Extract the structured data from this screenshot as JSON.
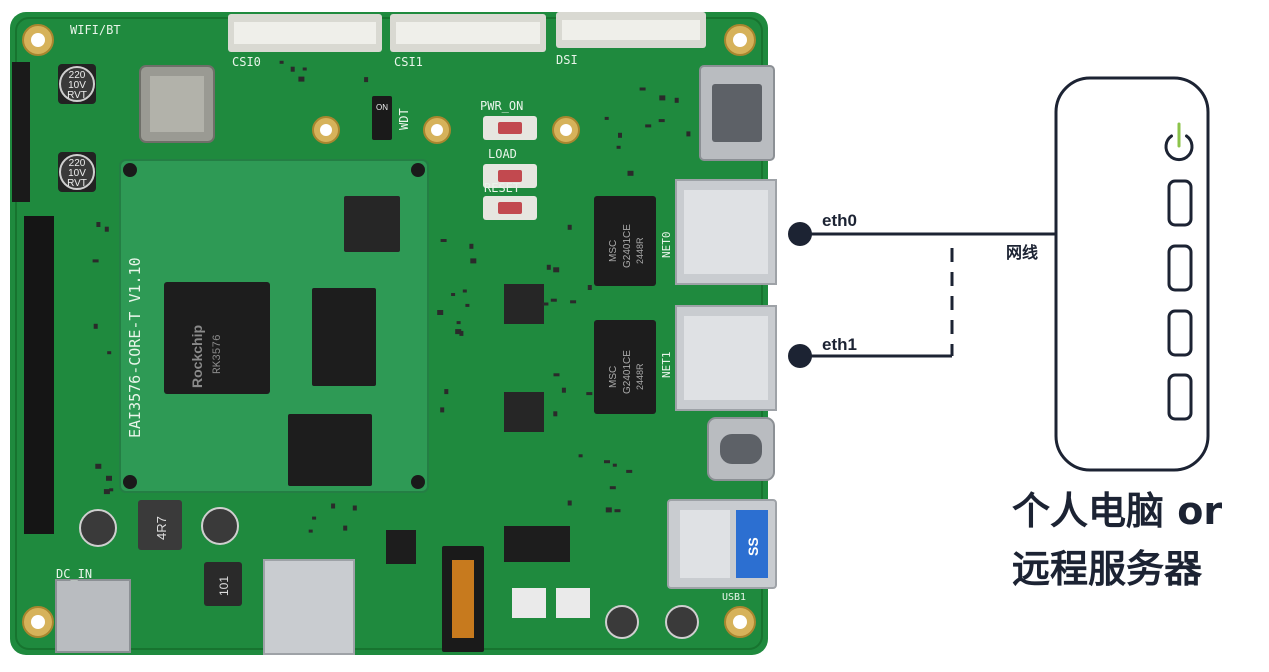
{
  "board": {
    "module_label": "EAI3576-CORE-T V1.10",
    "soc_brand": "Rockchip",
    "soc_model": "RK3576",
    "connector_labels": [
      "CSI0",
      "CSI1",
      "DSI"
    ],
    "wifi_label": "WIFI/BT",
    "dc_in_label": "DC_IN",
    "wdt_label": "WDT",
    "switch_on_label": "ON",
    "button_labels": [
      "PWR_ON",
      "LOAD",
      "RESET"
    ],
    "net_labels": [
      "NET0",
      "NET1"
    ],
    "transformer_text": [
      "MSC",
      "G2401CE",
      "2448R"
    ],
    "capacitor_text": [
      "220",
      "10V",
      "RVT"
    ],
    "inductor_text": "4R7",
    "chip_text": "101",
    "usb_label": "USB1",
    "ss_label": "SS"
  },
  "ports": {
    "eth0": "eth0",
    "eth1": "eth1",
    "cable": "网线"
  },
  "device": {
    "name_line1": "个人电脑 or",
    "name_line2": "远程服务器"
  },
  "colors": {
    "pcb": "#1f8a3e",
    "pcb_dark": "#17742f",
    "module": "#2e9a55",
    "line": "#1c2333",
    "power_led": "#8bc34a",
    "metal": "#c9ccd0"
  }
}
